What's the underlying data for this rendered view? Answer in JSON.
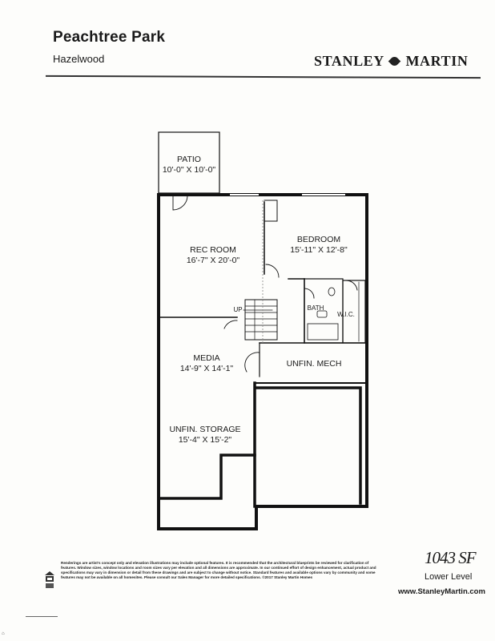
{
  "header": {
    "community": "Peachtree Park",
    "model": "Hazelwood",
    "builder": "STANLEY",
    "builder_second": "MARTIN"
  },
  "rooms": {
    "patio": {
      "name": "PATIO",
      "size": "10'-0\" X 10'-0\""
    },
    "rec_room": {
      "name": "REC ROOM",
      "size": "16'-7\" X 20'-0\""
    },
    "bedroom": {
      "name": "BEDROOM",
      "size": "15'-11\" X 12'-8\""
    },
    "bath": {
      "name": "BATH"
    },
    "wic": {
      "name": "W.I.C."
    },
    "stair": {
      "name": "UP"
    },
    "media": {
      "name": "MEDIA",
      "size": "14'-9\" X 14'-1\""
    },
    "mech": {
      "name": "UNFIN. MECH"
    },
    "storage": {
      "name": "UNFIN. STORAGE",
      "size": "15'-4\" X 15'-2\""
    }
  },
  "footer": {
    "disclaimer": "Renderings are artist's concept only and elevation illustrations may include optional features. It is recommended that the architectural blueprints be reviewed for clarification of features. Window sizes, window locations and room sizes vary per elevation and all dimensions are approximate. In our continued effort of design enhancement, actual product and specifications may vary in dimension or detail from these drawings and are subject to change without notice. Standard features and available options vary by community and some features may not be available on all homesites. Please consult our Sales Manager for more detailed specifications. ©2017 Stanley Martin Homes",
    "sqft": "1043 SF",
    "level": "Lower Level",
    "website": "www.StanleyMartin.com"
  }
}
